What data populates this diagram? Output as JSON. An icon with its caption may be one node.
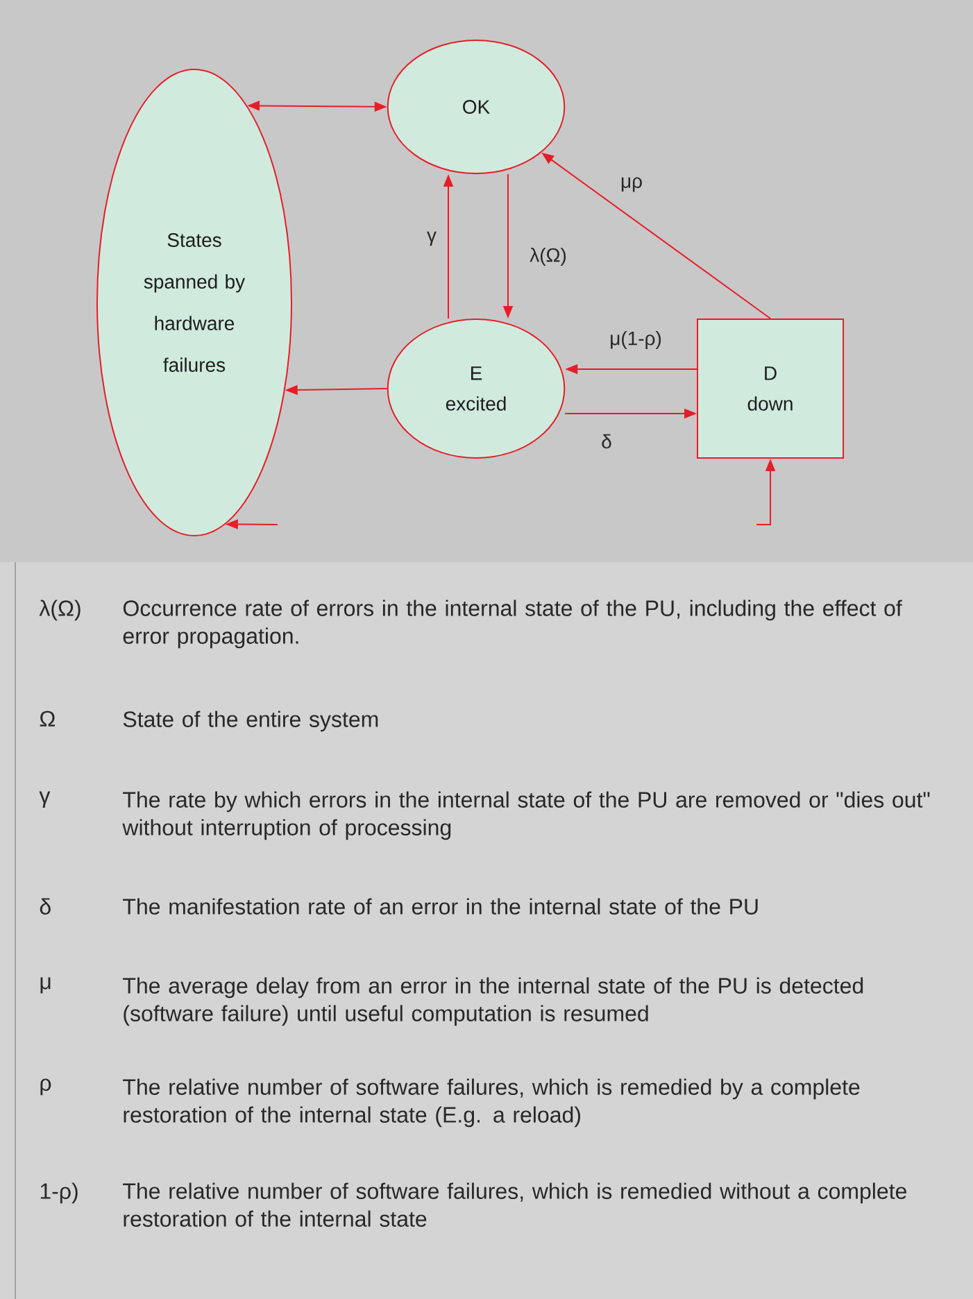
{
  "diagram": {
    "nodes": [
      {
        "text": [
          "States spanned by hardware failures"
        ]
      },
      {
        "text": [
          "OK"
        ]
      },
      {
        "text": [
          "E",
          "excited"
        ]
      },
      {
        "text": [
          "D",
          "down"
        ]
      }
    ],
    "edges": [
      {
        "from": 0,
        "to": 1,
        "arrow": "both"
      },
      {
        "from": 2,
        "to": 1,
        "arrow": "to",
        "label": "γ"
      },
      {
        "from": 1,
        "to": 2,
        "arrow": "to",
        "label": "λ(Ω)"
      },
      {
        "from": 3,
        "to": 1,
        "arrow": "to",
        "label": "μρ"
      },
      {
        "from": 3,
        "to": 2,
        "arrow": "to",
        "label": "μ(1-ρ)"
      },
      {
        "from": 2,
        "to": 3,
        "arrow": "to",
        "label": "δ"
      },
      {
        "from": 2,
        "to": 0,
        "arrow": "to"
      },
      {
        "from": null,
        "to": 0,
        "arrow": "to"
      },
      {
        "from": null,
        "to": 3,
        "arrow": "to"
      }
    ],
    "labels": [
      "λ(Ω)",
      "Occurrence rate of errors in the internal state of the PU, including the effect of error propagation.",
      "Ω",
      "State of the entire system",
      "γ",
      "The rate by which errors in the internal state of the PU are removed or \"dies out\" without interruption of processing",
      "δ",
      "The manifestation rate of an error in the internal state of the PU",
      "μ",
      "The average delay from an error in the internal state of the PU is detected (software failure) until useful computation is resumed",
      "ρ",
      "The relative number of software failures, which is remedied by a complete restoration of the internal state (E.g. a reload)",
      "1-ρ)",
      "The relative number of software failures, which is remedied without a complete restoration of the internal state"
    ]
  }
}
